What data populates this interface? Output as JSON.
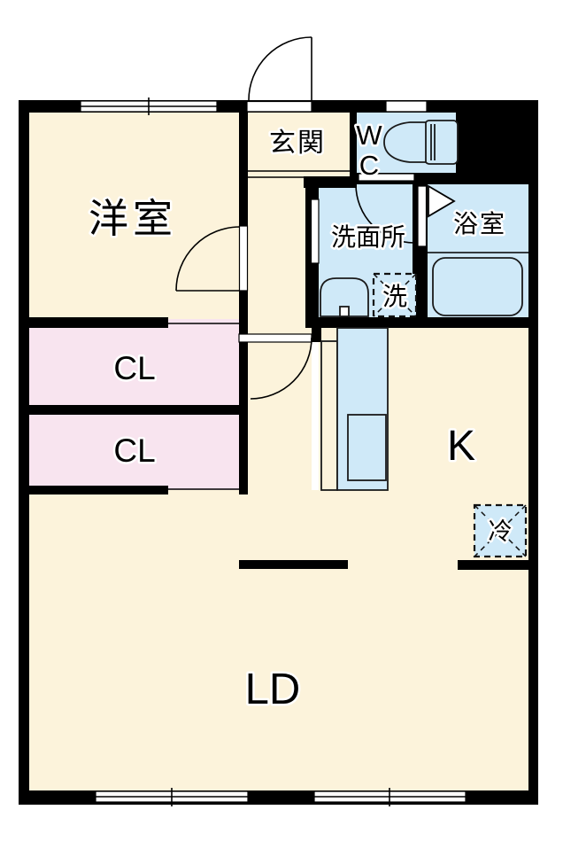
{
  "plan": {
    "type": "floor-plan",
    "rooms": [
      {
        "id": "yoshitsu",
        "label": "洋室",
        "kind": "western-room"
      },
      {
        "id": "genkan",
        "label": "玄関",
        "kind": "entrance"
      },
      {
        "id": "wc",
        "label_line1": "W",
        "label_line2": "C",
        "kind": "toilet"
      },
      {
        "id": "senmenjo",
        "label": "洗面所",
        "kind": "washroom"
      },
      {
        "id": "yokushitsu",
        "label": "浴室",
        "kind": "bathroom"
      },
      {
        "id": "cl1",
        "label": "CL",
        "kind": "closet"
      },
      {
        "id": "cl2",
        "label": "CL",
        "kind": "closet"
      },
      {
        "id": "kitchen",
        "label": "K",
        "kind": "kitchen"
      },
      {
        "id": "reizouko",
        "label": "冷",
        "kind": "refrigerator-space"
      },
      {
        "id": "sentakuki",
        "label": "洗",
        "kind": "washing-machine-space"
      },
      {
        "id": "ld",
        "label": "LD",
        "kind": "living-dining"
      }
    ],
    "colors": {
      "room_cream": "#FCF3DB",
      "closet_pink": "#F8E4EF",
      "wet_area_blue": "#CFE9F8",
      "wall_black": "#000000",
      "background_white": "#FFFFFF"
    }
  }
}
